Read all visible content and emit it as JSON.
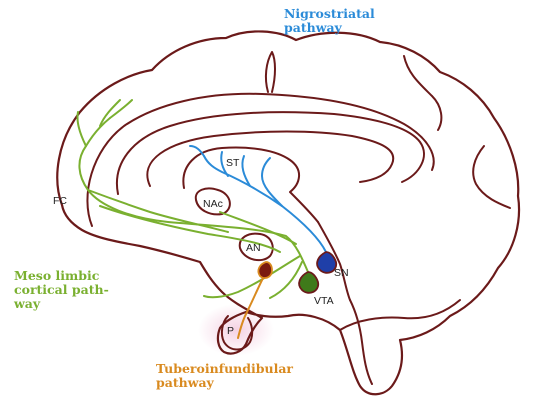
{
  "colors": {
    "outline": "#6b1a1a",
    "mesolimbic": "#7ab030",
    "nigrostriatal": "#2b8bd8",
    "tuberoinfundibular": "#d98a1f",
    "sn_neuron": "#1f3fa8",
    "vta_neuron": "#3f7a1a",
    "an_neuron": "#7a1a10",
    "pituitary_glow": "#f3cde0"
  },
  "titles": {
    "nigrostriatal": "Nigrostriatal\npathway",
    "mesolimbic": "Meso limbic\ncortical path-\nway",
    "tuberoinfundibular": "Tuberoinfundibular\npathway"
  },
  "labels": {
    "fc": "FC",
    "st": "ST",
    "nac": "NAc",
    "an": "AN",
    "sn": "SN",
    "vta": "VTA",
    "p": "P"
  }
}
